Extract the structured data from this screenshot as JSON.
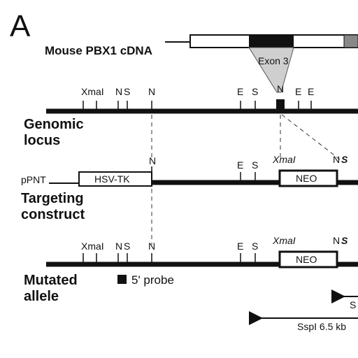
{
  "panel_label": "A",
  "cdna": {
    "title": "Mouse PBX1 cDNA",
    "exon_label": "Exon 3"
  },
  "genomic": {
    "label_line1": "Genomic",
    "label_line2": "locus",
    "sites": {
      "xmai": "XmaI",
      "n1": "N",
      "s1": "S",
      "n2": "N",
      "e1": "E",
      "s2": "S",
      "n_exon": "N",
      "e2": "E",
      "e3": "E"
    }
  },
  "targeting": {
    "label_line1": "Targeting",
    "label_line2": "construct",
    "vector_name": "pPNT",
    "hsv_tk": "HSV-TK",
    "neo": "NEO",
    "sites": {
      "n": "N",
      "e": "E",
      "s": "S",
      "xmai": "XmaI",
      "n_right": "N",
      "s_right": "S"
    }
  },
  "mutated": {
    "label_line1": "Mutated",
    "label_line2": "allele",
    "neo": "NEO",
    "probe_label": "5' probe",
    "sites": {
      "xmai": "XmaI",
      "n1": "N",
      "s1": "S",
      "n2": "N",
      "e": "E",
      "s": "S",
      "xmai_ital": "XmaI",
      "n_right": "N",
      "s_right": "S"
    }
  },
  "bands": {
    "short_label": "S",
    "long_label": "SspI 6.5 kb"
  }
}
